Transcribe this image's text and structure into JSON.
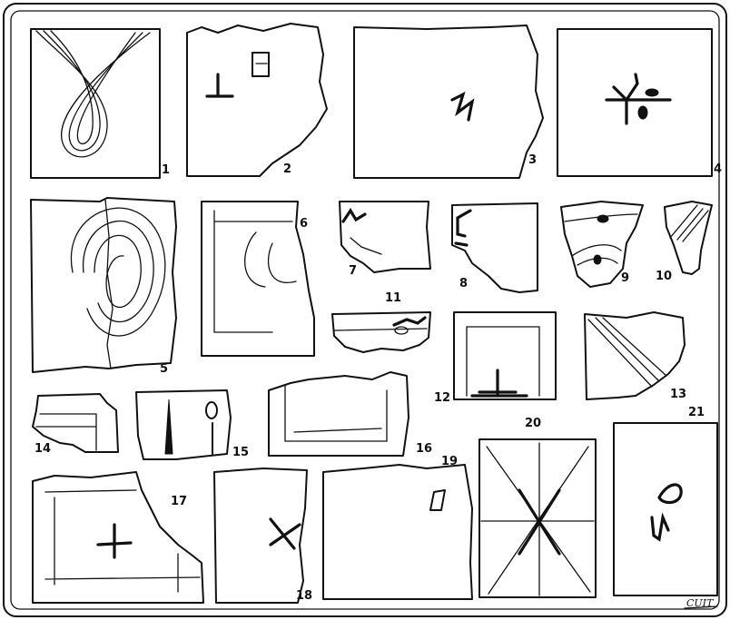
{
  "plate": {
    "signature": "CUIT",
    "fragments": [
      {
        "label": "1"
      },
      {
        "label": "2"
      },
      {
        "label": "3"
      },
      {
        "label": "4"
      },
      {
        "label": "5"
      },
      {
        "label": "6"
      },
      {
        "label": "7"
      },
      {
        "label": "8"
      },
      {
        "label": "9"
      },
      {
        "label": "10"
      },
      {
        "label": "11"
      },
      {
        "label": "12"
      },
      {
        "label": "13"
      },
      {
        "label": "14"
      },
      {
        "label": "15"
      },
      {
        "label": "16"
      },
      {
        "label": "17"
      },
      {
        "label": "18"
      },
      {
        "label": "19"
      },
      {
        "label": "20"
      },
      {
        "label": "21"
      }
    ]
  }
}
